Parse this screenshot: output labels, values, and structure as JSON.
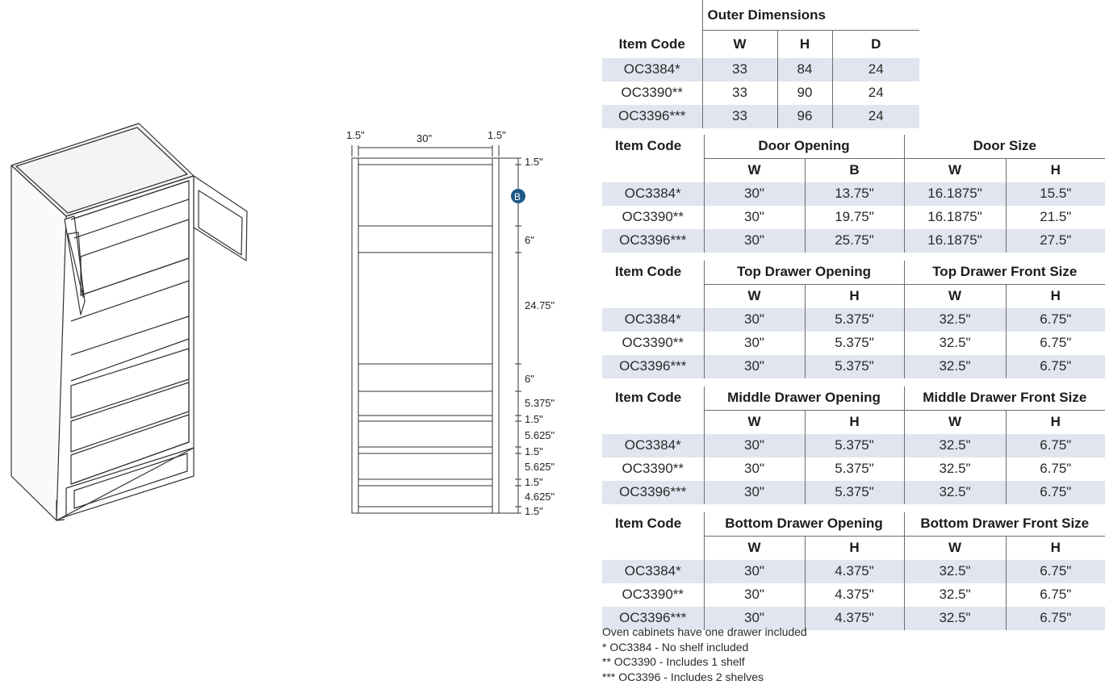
{
  "colors": {
    "row_shade": "#e1e5ef",
    "badge": "#1d5a86",
    "line": "#6d6d6d"
  },
  "drawing": {
    "badge_label": "B",
    "top": {
      "left_margin": "1.5\"",
      "width": "30\"",
      "right_margin": "1.5\""
    },
    "right_dims": [
      "1.5\"",
      "6\"",
      "24.75\"",
      "6\"",
      "5.375\"",
      "1.5\"",
      "5.625\"",
      "1.5\"",
      "5.625\"",
      "1.5\"",
      "4.625\"",
      "1.5\""
    ]
  },
  "outer": {
    "code_header": "Item Code",
    "group": "Outer Dimensions",
    "cols": [
      "W",
      "H",
      "D"
    ],
    "rows": [
      [
        "OC3384*",
        "33",
        "84",
        "24"
      ],
      [
        "OC3390**",
        "33",
        "90",
        "24"
      ],
      [
        "OC3396***",
        "33",
        "96",
        "24"
      ]
    ]
  },
  "tables": [
    {
      "code_header": "Item Code",
      "group1": "Door Opening",
      "group2": "Door Size",
      "cols": [
        "W",
        "B",
        "W",
        "H"
      ],
      "rows": [
        [
          "OC3384*",
          "30\"",
          "13.75\"",
          "16.1875\"",
          "15.5\""
        ],
        [
          "OC3390**",
          "30\"",
          "19.75\"",
          "16.1875\"",
          "21.5\""
        ],
        [
          "OC3396***",
          "30\"",
          "25.75\"",
          "16.1875\"",
          "27.5\""
        ]
      ]
    },
    {
      "code_header": "Item Code",
      "group1": "Top Drawer Opening",
      "group2": "Top Drawer Front Size",
      "cols": [
        "W",
        "H",
        "W",
        "H"
      ],
      "rows": [
        [
          "OC3384*",
          "30\"",
          "5.375\"",
          "32.5\"",
          "6.75\""
        ],
        [
          "OC3390**",
          "30\"",
          "5.375\"",
          "32.5\"",
          "6.75\""
        ],
        [
          "OC3396***",
          "30\"",
          "5.375\"",
          "32.5\"",
          "6.75\""
        ]
      ]
    },
    {
      "code_header": "Item Code",
      "group1": "Middle Drawer Opening",
      "group2": "Middle Drawer Front Size",
      "cols": [
        "W",
        "H",
        "W",
        "H"
      ],
      "rows": [
        [
          "OC3384*",
          "30\"",
          "5.375\"",
          "32.5\"",
          "6.75\""
        ],
        [
          "OC3390**",
          "30\"",
          "5.375\"",
          "32.5\"",
          "6.75\""
        ],
        [
          "OC3396***",
          "30\"",
          "5.375\"",
          "32.5\"",
          "6.75\""
        ]
      ]
    },
    {
      "code_header": "Item Code",
      "group1": "Bottom Drawer Opening",
      "group2": "Bottom Drawer Front Size",
      "cols": [
        "W",
        "H",
        "W",
        "H"
      ],
      "rows": [
        [
          "OC3384*",
          "30\"",
          "4.375\"",
          "32.5\"",
          "6.75\""
        ],
        [
          "OC3390**",
          "30\"",
          "4.375\"",
          "32.5\"",
          "6.75\""
        ],
        [
          "OC3396***",
          "30\"",
          "4.375\"",
          "32.5\"",
          "6.75\""
        ]
      ]
    }
  ],
  "notes": [
    "Oven cabinets have one drawer included",
    "* OC3384 - No shelf included",
    "** OC3390 - Includes 1 shelf",
    "*** OC3396 - Includes 2 shelves"
  ]
}
